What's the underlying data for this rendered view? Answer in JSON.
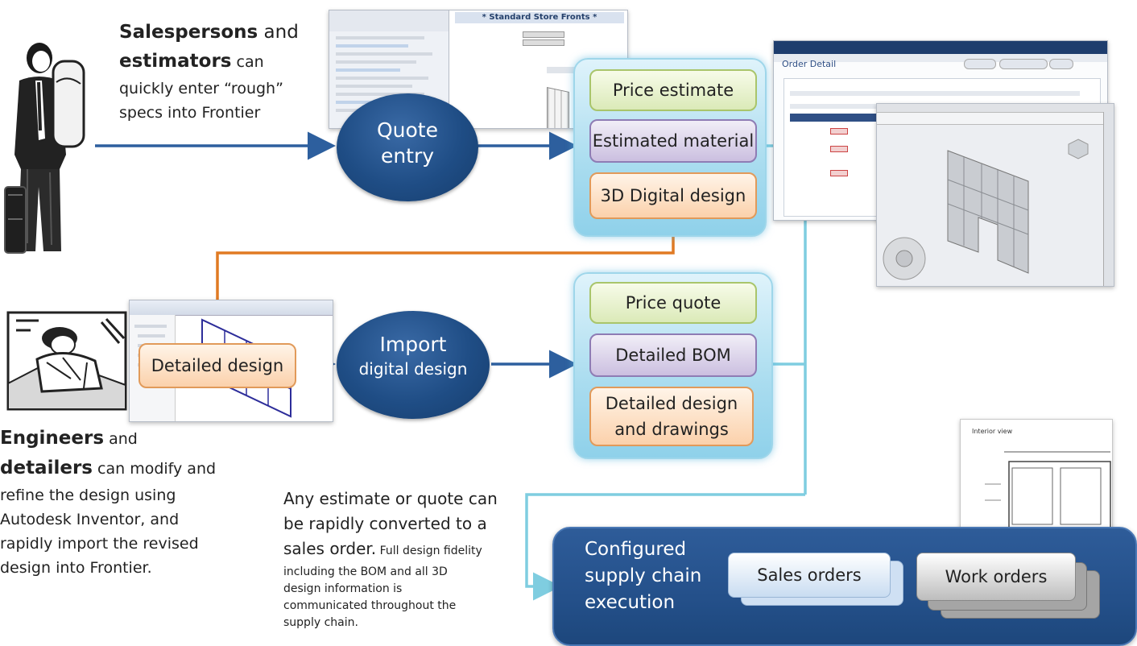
{
  "salespersons": {
    "line1_bold": "Salespersons",
    "line1_rest": " and",
    "line2_bold": "estimators",
    "line2_rest": " can",
    "line3": "quickly enter “rough”",
    "line4": "specs into Frontier"
  },
  "engineers": {
    "line1_bold": "Engineers",
    "line1_rest": " and",
    "line2_bold": "detailers",
    "line2_rest": " can modify and",
    "line3": "refine the design using",
    "line4": "Autodesk Inventor, and",
    "line5": "rapidly import the revised",
    "line6": "design into Frontier."
  },
  "quote_entry": {
    "line1": "Quote",
    "line2": "entry"
  },
  "import_design": {
    "line1": "Import",
    "line2": "digital design"
  },
  "estimate_panel": {
    "items": [
      "Price estimate",
      "Estimated material",
      "3D Digital design"
    ]
  },
  "quote_panel": {
    "items": [
      "Price quote",
      "Detailed BOM",
      "Detailed design and drawings"
    ]
  },
  "detailed_design_box": "Detailed design",
  "conversion_note": {
    "line1": "Any estimate or quote can",
    "line2": "be rapidly converted to a",
    "line3_large": "sales order.",
    "line3_small": " Full design fidelity",
    "line4": "including the BOM and all 3D",
    "line5": "design information is",
    "line6": "communicated throughout the",
    "line7": "supply chain."
  },
  "supply_chain": {
    "label_line1": "Configured",
    "label_line2": "supply chain",
    "label_line3": "execution",
    "sales_orders": "Sales orders",
    "work_orders": "Work orders"
  },
  "screenshots": {
    "store_fronts_title": "* Standard Store Fronts *",
    "order_detail_title": "Order Detail",
    "drawing_title": "Interior view"
  },
  "colors": {
    "flow_blue": "#2d5f9e",
    "flow_orange": "#e07a23",
    "flow_cyan": "#7fcde0",
    "oval_blue": "#1f4d85"
  }
}
